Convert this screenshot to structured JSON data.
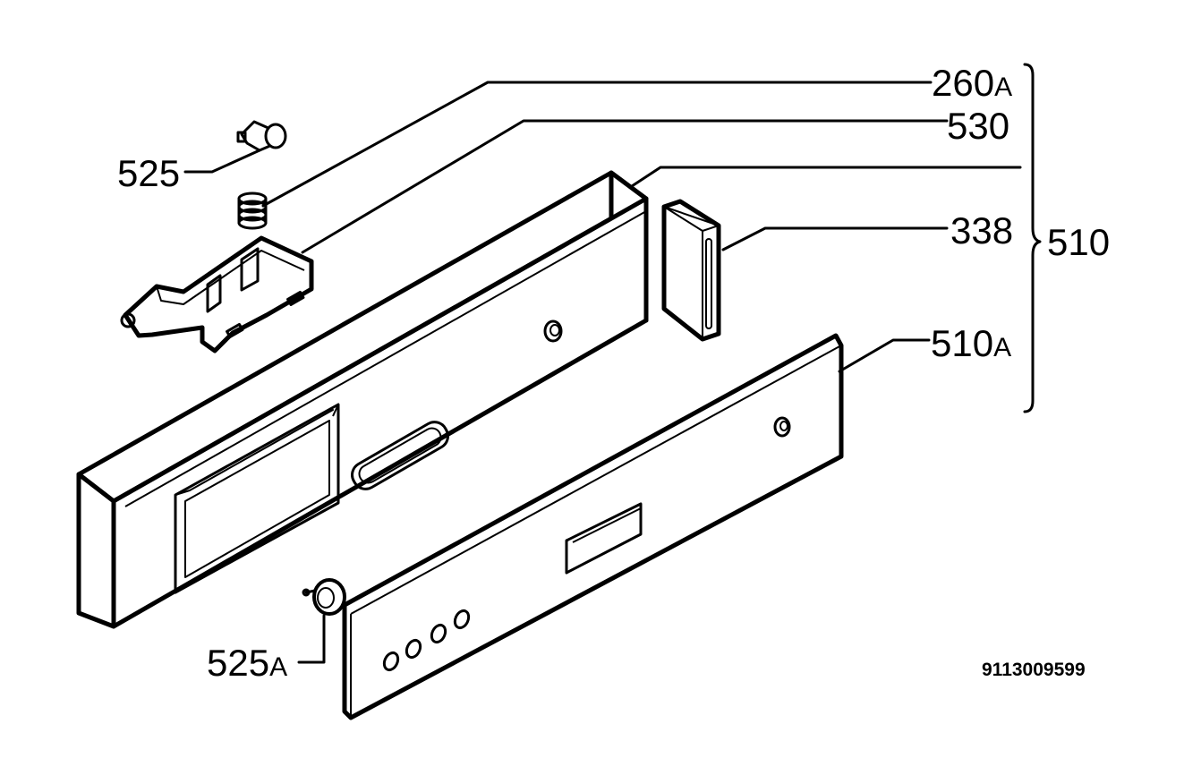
{
  "labels": {
    "p260a_num": "260",
    "p260a_suf": "A",
    "p530": "530",
    "p525": "525",
    "p338": "338",
    "p510": "510",
    "p510a_num": "510",
    "p510a_suf": "A",
    "p525a_num": "525",
    "p525a_suf": "A"
  },
  "document_number": "9113009599"
}
